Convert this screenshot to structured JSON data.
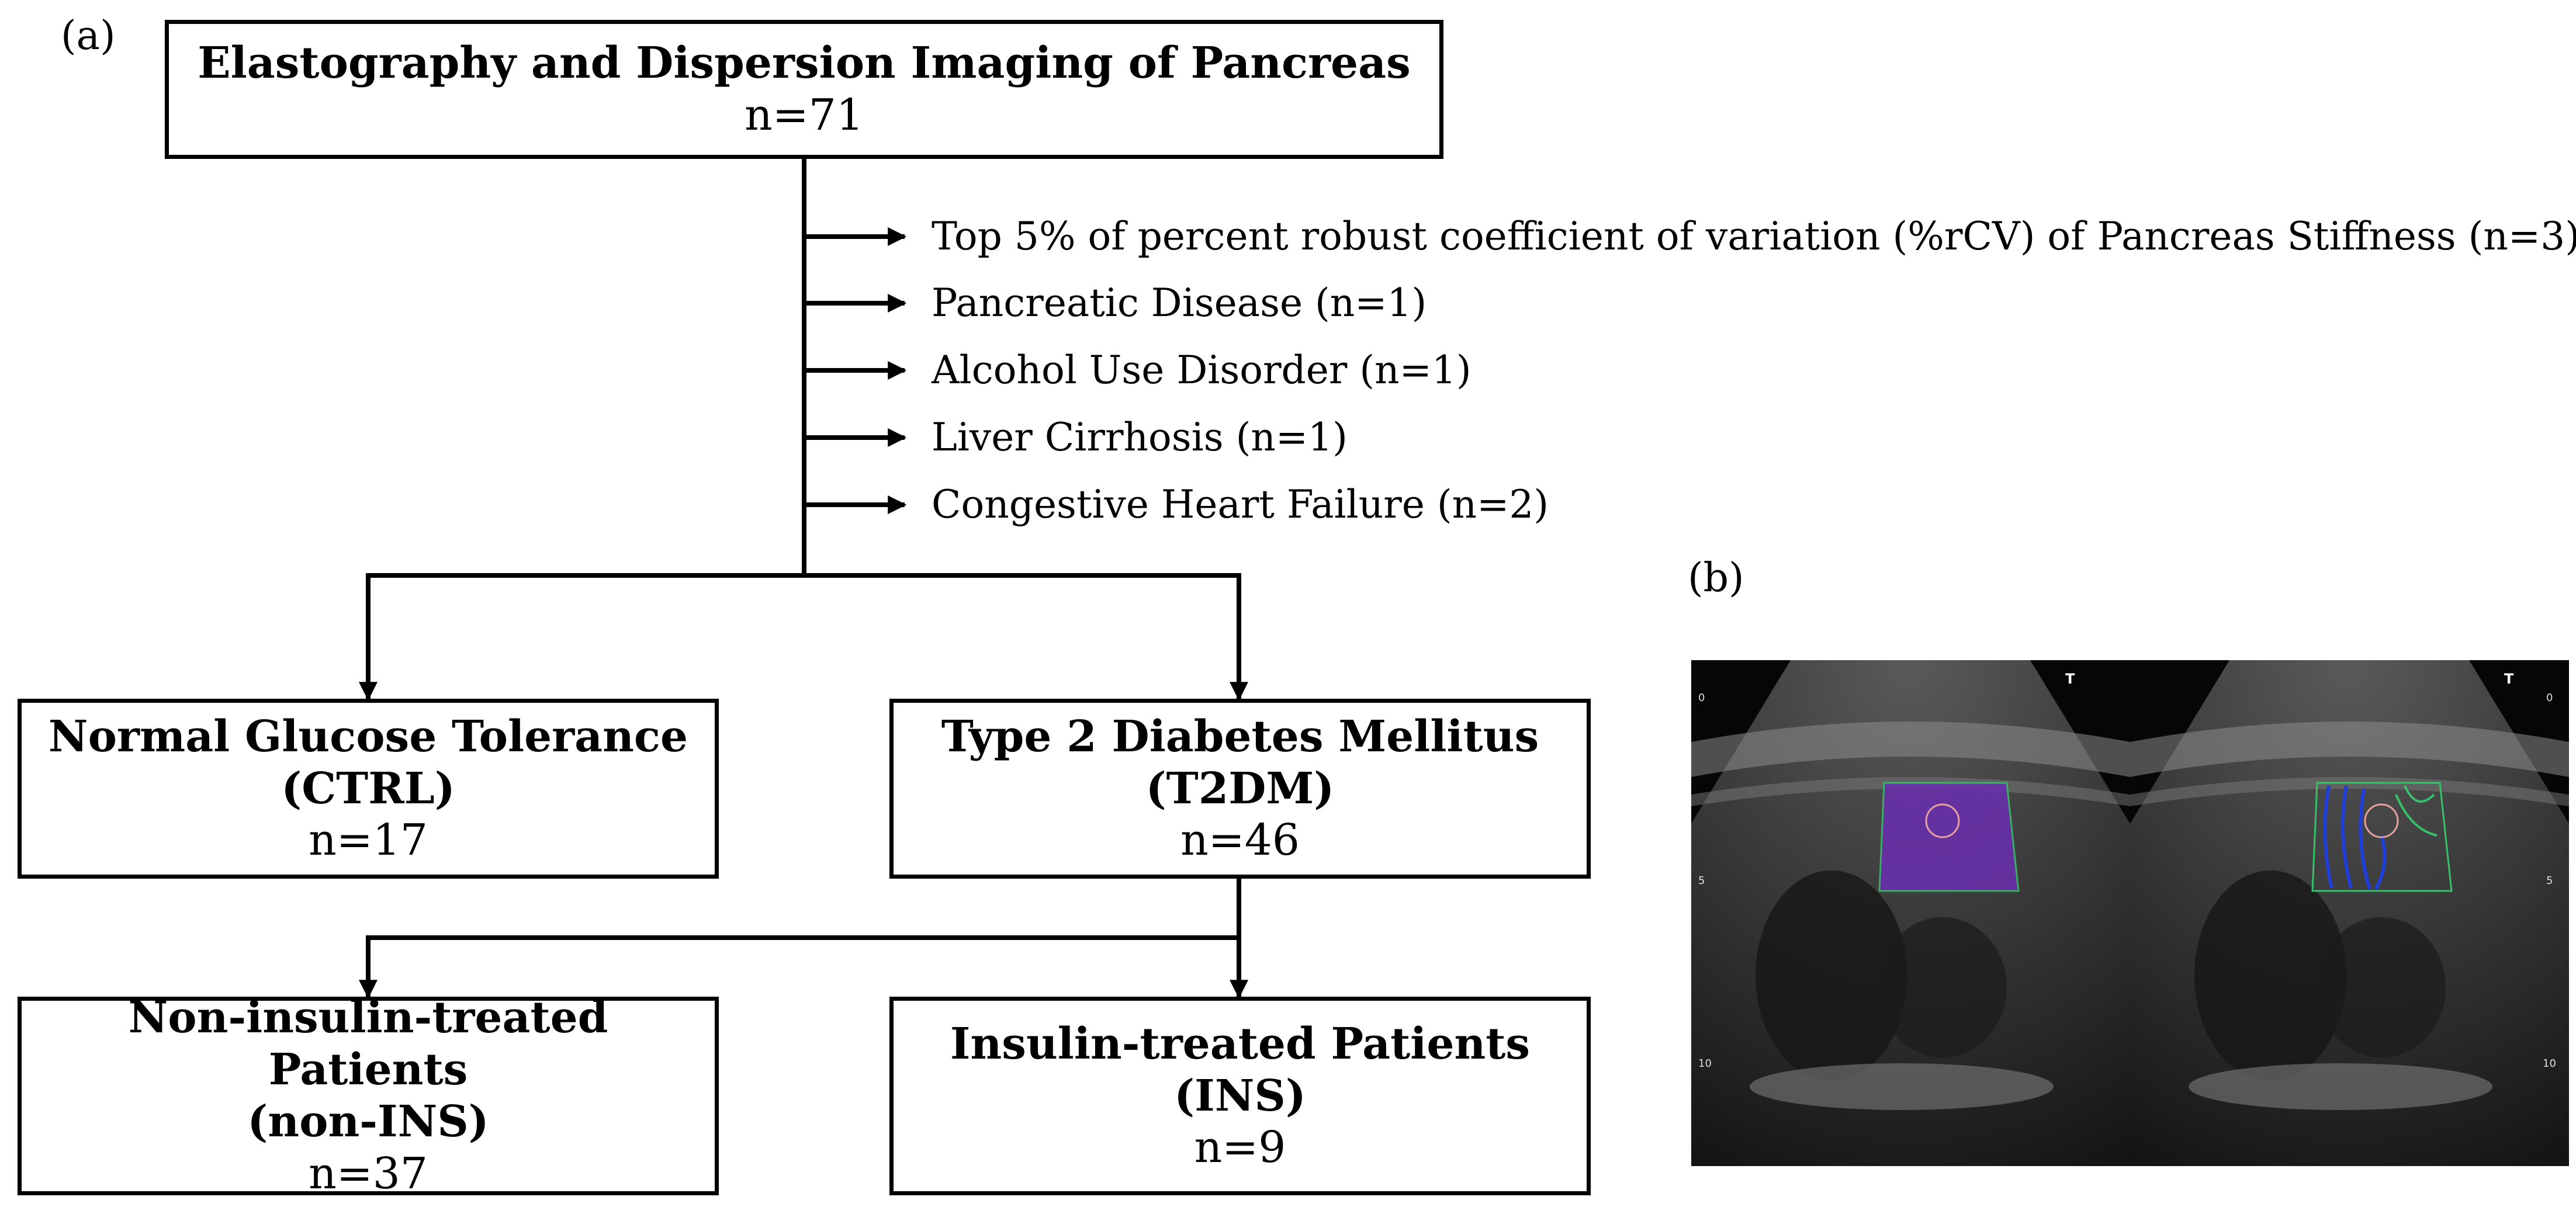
{
  "panel_a_label": "(a)",
  "panel_b_label": "(b)",
  "top_box": {
    "title": "Elastography and Dispersion Imaging of Pancreas",
    "n": "n=71"
  },
  "exclusions": [
    "Top 5% of percent robust coefficient of variation (%rCV) of Pancreas Stiffness (n=3)",
    "Pancreatic Disease (n=1)",
    "Alcohol Use Disorder (n=1)",
    "Liver Cirrhosis (n=1)",
    "Congestive Heart Failure (n=2)"
  ],
  "ctrl_box": {
    "title": "Normal Glucose Tolerance",
    "abbr": "(CTRL)",
    "n": "n=17"
  },
  "t2dm_box": {
    "title": "Type 2 Diabetes Mellitus",
    "abbr": "(T2DM)",
    "n": "n=46"
  },
  "noninsulin_box": {
    "title": "Non-insulin-treated Patients",
    "abbr": "(non-INS)",
    "n": "n=37"
  },
  "insulin_box": {
    "title": "Insulin-treated Patients",
    "abbr": "(INS)",
    "n": "n=9"
  },
  "ultrasound": {
    "depth_marks": [
      "0",
      "5",
      "10"
    ],
    "probe_marker": "T",
    "colors": {
      "background": "#060606",
      "elastography": "#6a2fb0",
      "dispersion_lines": "#1f3fd8",
      "dispersion_green": "#37c16a",
      "roi": "#e6a0a0"
    }
  }
}
